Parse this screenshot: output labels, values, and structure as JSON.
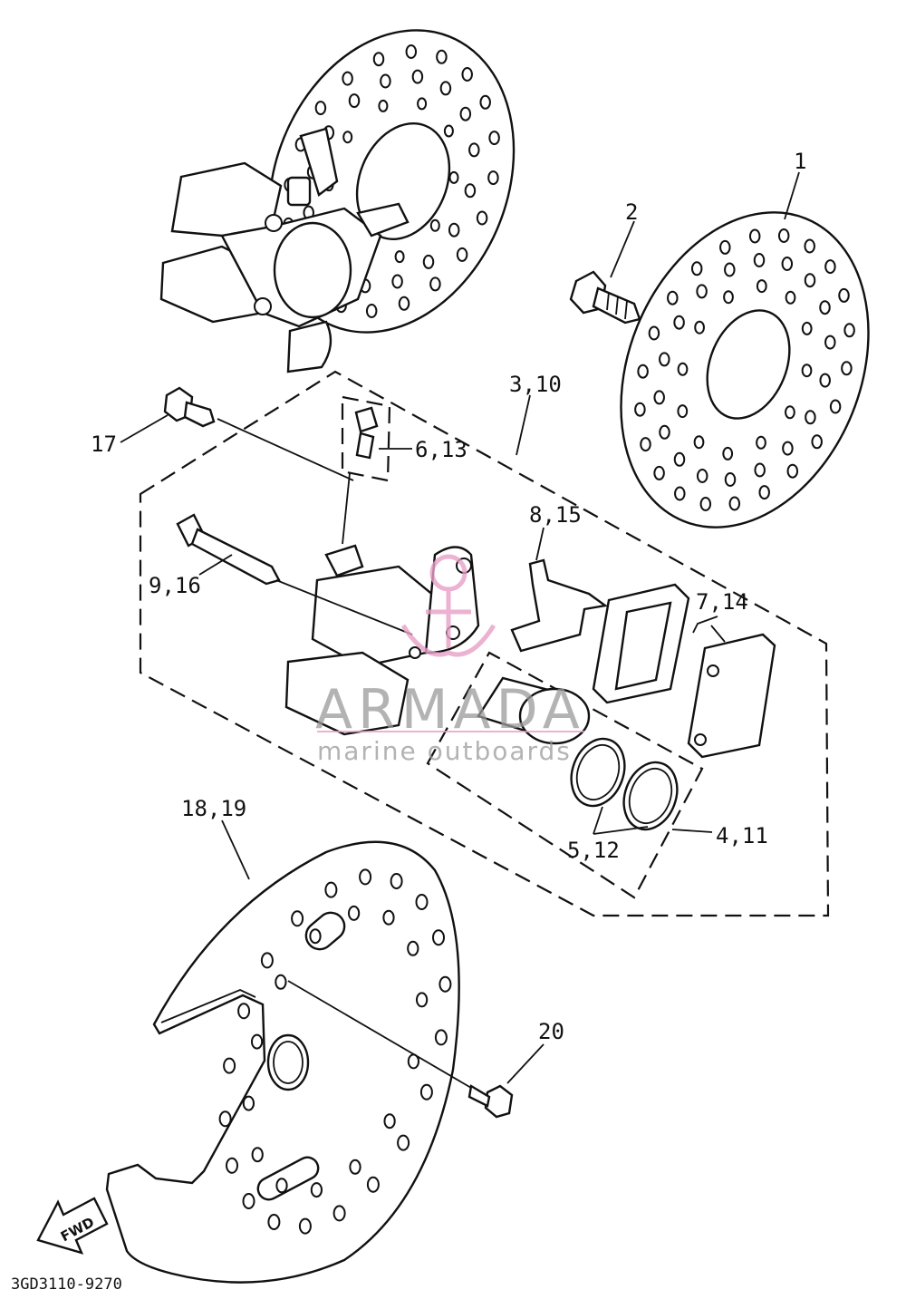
{
  "callouts": {
    "c1": "1",
    "c2": "2",
    "c3": "3,10",
    "c6": "6,13",
    "c17": "17",
    "c8": "8,15",
    "c9": "9,16",
    "c7": "7,14",
    "c4": "4,11",
    "c5": "5,12",
    "c18": "18,19",
    "c20": "20"
  },
  "direction_label": "FWD",
  "diagram_code": "3GD3110-9270",
  "watermark": {
    "title": "ARMADA",
    "subtitle": "marine outboards",
    "color": "#e8a0c8"
  },
  "icons": {
    "direction_arrow": "fwd-arrow-icon",
    "logo": "anchor-logo-icon"
  }
}
